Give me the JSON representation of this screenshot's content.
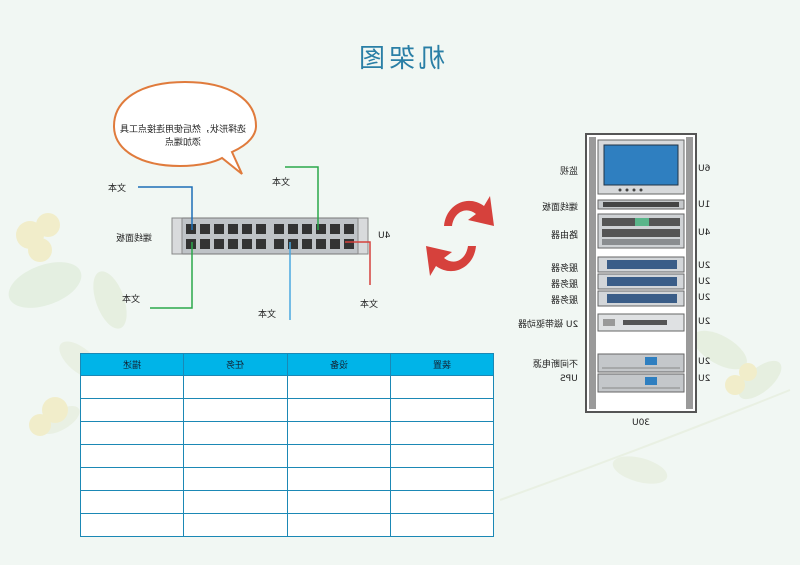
{
  "title": "机架图",
  "callout": "选择形状，然后使用连接点工具添加端点",
  "patch_panel": {
    "label": "端线面板",
    "unit": "4U",
    "labels": [
      "文本",
      "文本",
      "文本",
      "文本",
      "文本"
    ]
  },
  "table": {
    "headers": [
      "描述",
      "任务",
      "设备",
      "装置"
    ],
    "rows": [
      [
        "",
        "",
        "",
        ""
      ],
      [
        "",
        "",
        "",
        ""
      ],
      [
        "",
        "",
        "",
        ""
      ],
      [
        "",
        "",
        "",
        ""
      ],
      [
        "",
        "",
        "",
        ""
      ],
      [
        "",
        "",
        "",
        ""
      ],
      [
        "",
        "",
        "",
        ""
      ]
    ]
  },
  "rack": {
    "bottom_label": "30U",
    "items": [
      {
        "name": "监视",
        "units": "6U"
      },
      {
        "name": "端线面板",
        "units": "1U"
      },
      {
        "name": "路由器",
        "units": "4U"
      },
      {
        "name": "服务器",
        "units": "2U"
      },
      {
        "name": "服务器",
        "units": "2U"
      },
      {
        "name": "服务器",
        "units": "2U"
      },
      {
        "name": "2U 磁带驱动器",
        "units": "2U"
      },
      {
        "name": "不间断电源",
        "units": "2U"
      },
      {
        "name": "UPS",
        "units": "2U"
      }
    ]
  },
  "colors": {
    "title": "#2a7fa6",
    "table_header": "#00b4e8",
    "table_border": "#1b88b5",
    "arrows": "#d6413c",
    "bubble_stroke": "#e07b3c"
  }
}
